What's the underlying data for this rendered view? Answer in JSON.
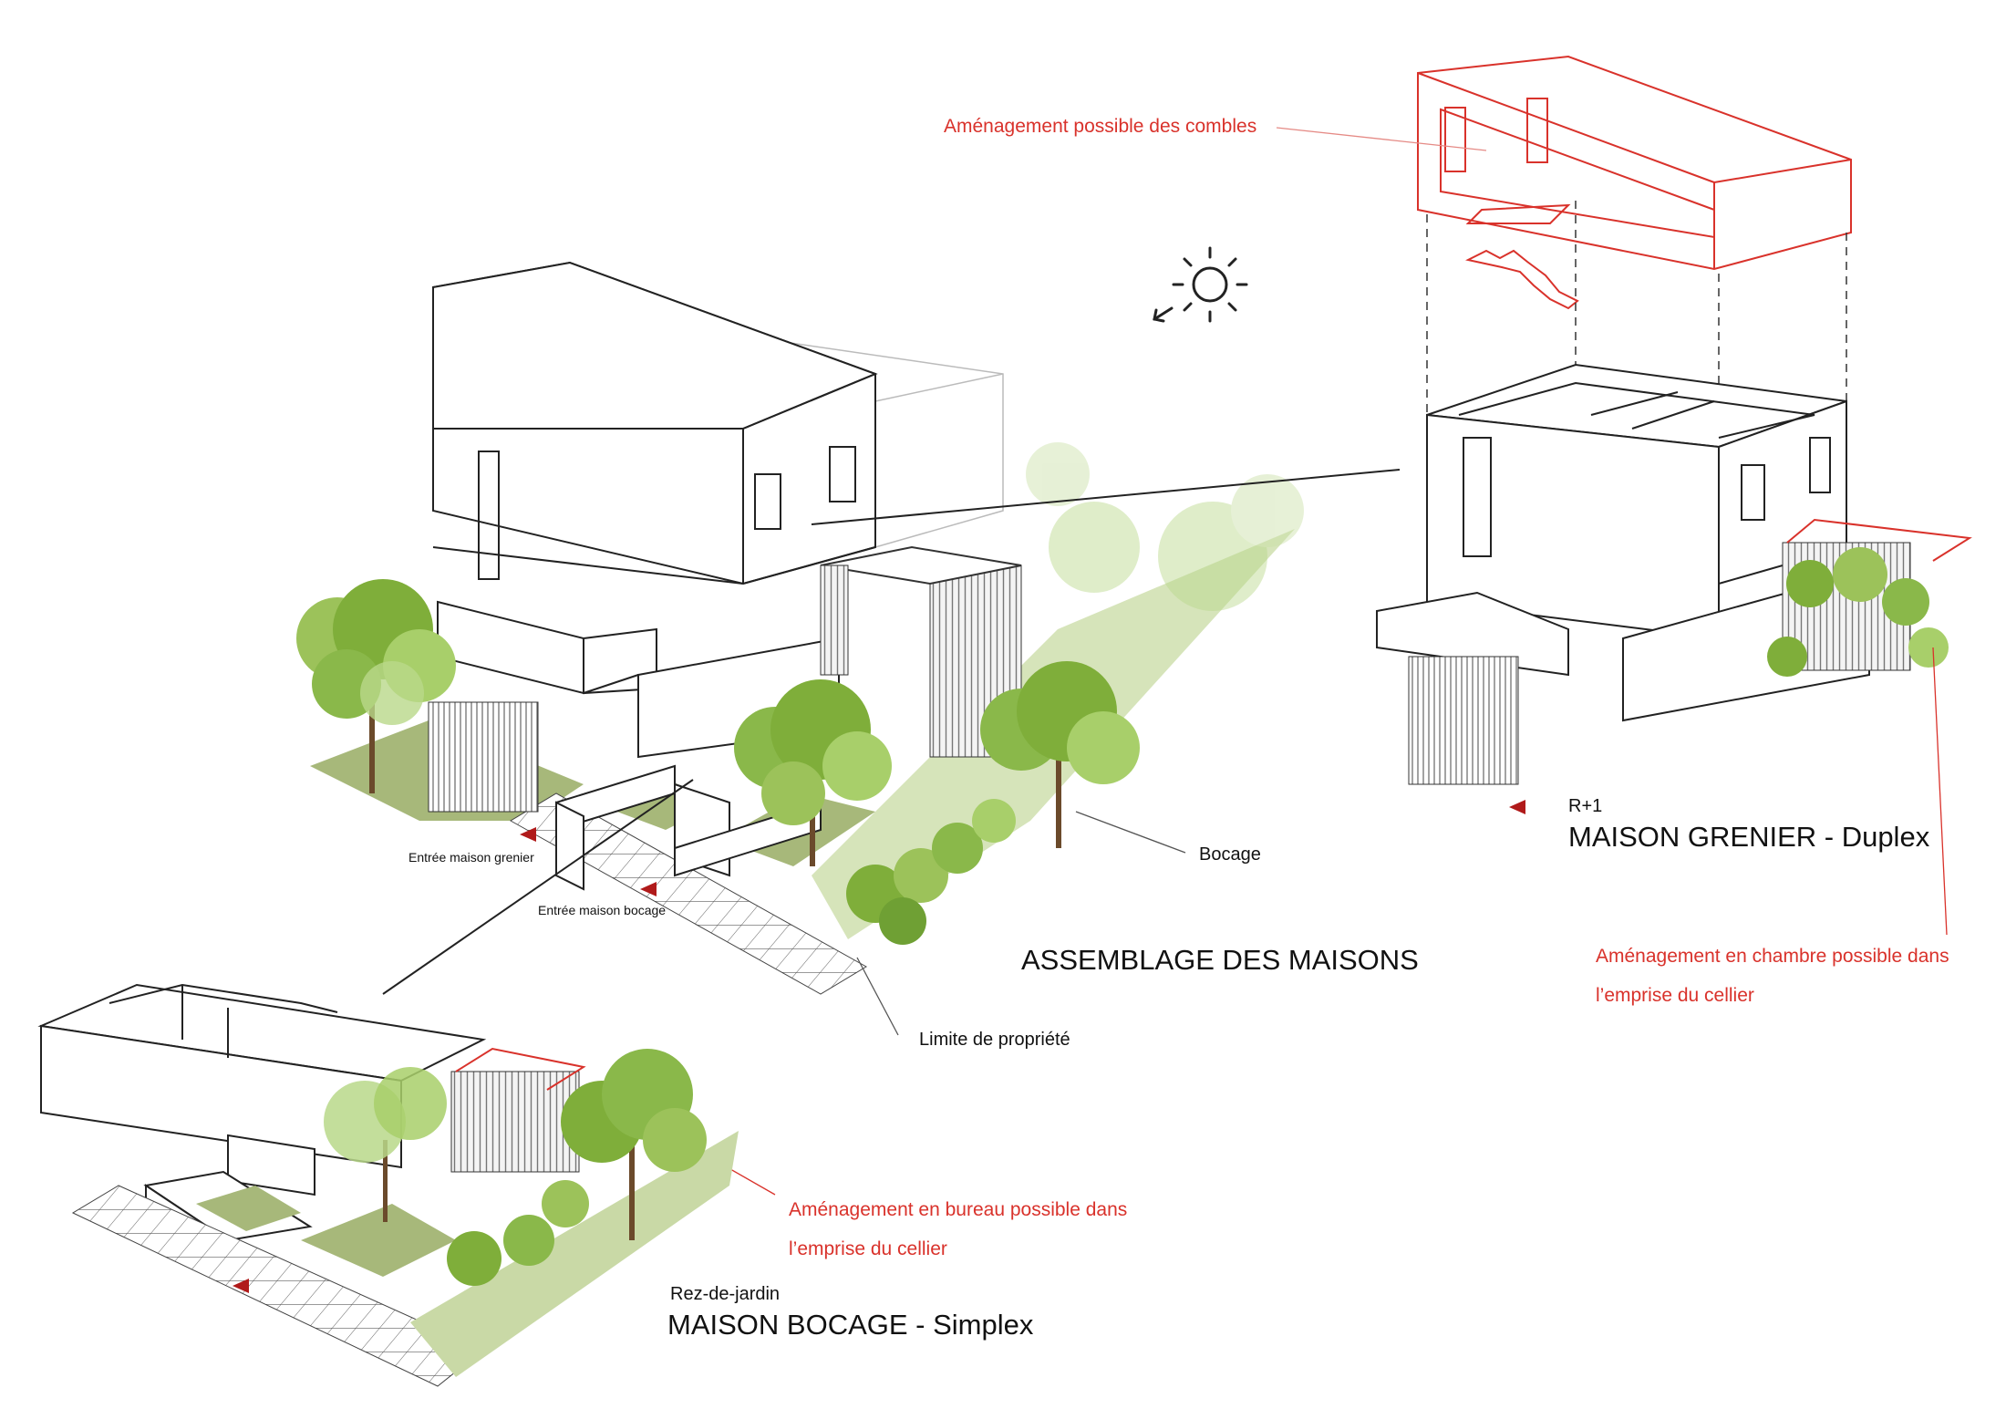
{
  "labels": {
    "combles": "Aménagement possible des combles",
    "bocage": "Bocage",
    "assemblage": "ASSEMBLAGE DES MAISONS",
    "limite": "Limite de propriété",
    "entree_grenier": "Entrée maison grenier",
    "entree_bocage": "Entrée maison bocage",
    "r1": "R+1",
    "grenier_title": "MAISON GRENIER - Duplex",
    "chambre_line1": "Aménagement en chambre possible dans",
    "chambre_line2": "l’emprise du cellier",
    "bureau_line1": "Aménagement en bureau possible dans",
    "bureau_line2": "l’emprise du cellier",
    "rdj": "Rez-de-jardin",
    "bocage_title": "MAISON BOCAGE - Simplex"
  },
  "colors": {
    "annotation_red": "#d9322b",
    "marker_red": "#b01a1a",
    "line": "#333333",
    "grass": "#a7b87a",
    "grass_light": "#c9d9a6",
    "foliage": "#7fae3a",
    "foliage_light": "#b9d88a",
    "trunk": "#6b4a2b"
  },
  "icons": {
    "sun": "sun-icon",
    "arrow": "arrow-icon",
    "entrance": "triangle-marker-icon"
  }
}
